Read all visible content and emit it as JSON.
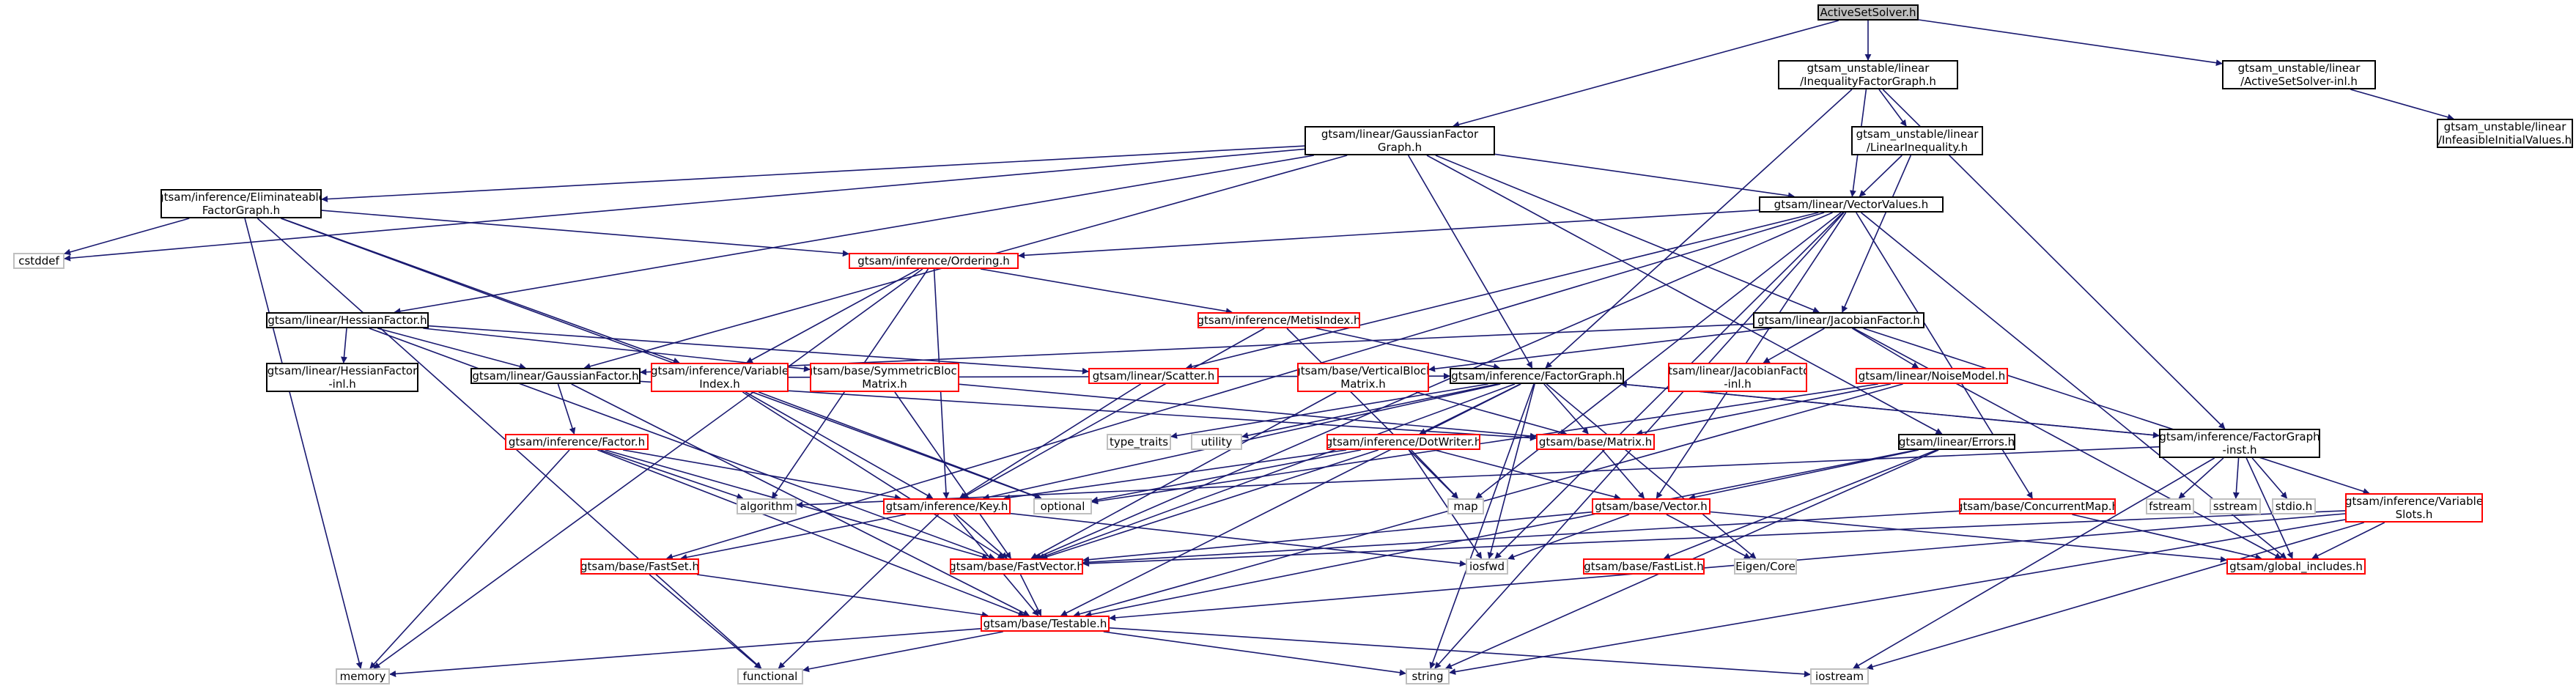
{
  "colors": {
    "edge": "#191970",
    "black_border": "#000000",
    "red_border": "#ff0000",
    "system_border": "#bfbfbf",
    "root_fill": "#bfbfbf"
  },
  "nodes": {
    "active_set_solver": {
      "label": "ActiveSetSolver.h",
      "style": "root"
    },
    "inequality_factor_graph": {
      "label": "gtsam_unstable/linear\n/InequalityFactorGraph.h",
      "style": "black"
    },
    "active_set_solver_inl": {
      "label": "gtsam_unstable/linear\n/ActiveSetSolver-inl.h",
      "style": "black"
    },
    "infeasible_initial": {
      "label": "gtsam_unstable/linear\n/InfeasibleInitialValues.h",
      "style": "black"
    },
    "gaussian_factor_graph": {
      "label": "gtsam/linear/GaussianFactor\nGraph.h",
      "style": "black"
    },
    "linear_inequality": {
      "label": "gtsam_unstable/linear\n/LinearInequality.h",
      "style": "black"
    },
    "eliminateable_fg": {
      "label": "gtsam/inference/Eliminateable\nFactorGraph.h",
      "style": "black"
    },
    "vector_values": {
      "label": "gtsam/linear/VectorValues.h",
      "style": "black"
    },
    "cstddef": {
      "label": "cstddef",
      "style": "gray"
    },
    "ordering": {
      "label": "gtsam/inference/Ordering.h",
      "style": "red"
    },
    "hessian_factor": {
      "label": "gtsam/linear/HessianFactor.h",
      "style": "black"
    },
    "metis_index": {
      "label": "gtsam/inference/MetisIndex.h",
      "style": "red"
    },
    "jacobian_factor": {
      "label": "gtsam/linear/JacobianFactor.h",
      "style": "black"
    },
    "hessian_factor_inl": {
      "label": "gtsam/linear/HessianFactor\n-inl.h",
      "style": "black"
    },
    "gaussian_factor": {
      "label": "gtsam/linear/GaussianFactor.h",
      "style": "black"
    },
    "variable_index": {
      "label": "gtsam/inference/Variable\nIndex.h",
      "style": "red"
    },
    "symmetric_block": {
      "label": "gtsam/base/SymmetricBlock\nMatrix.h",
      "style": "red"
    },
    "scatter": {
      "label": "gtsam/linear/Scatter.h",
      "style": "red"
    },
    "vertical_block": {
      "label": "gtsam/base/VerticalBlock\nMatrix.h",
      "style": "red"
    },
    "factor_graph": {
      "label": "gtsam/inference/FactorGraph.h",
      "style": "black"
    },
    "jacobian_factor_inl": {
      "label": "gtsam/linear/JacobianFactor\n-inl.h",
      "style": "red"
    },
    "noise_model": {
      "label": "gtsam/linear/NoiseModel.h",
      "style": "red"
    },
    "factor": {
      "label": "gtsam/inference/Factor.h",
      "style": "red"
    },
    "type_traits": {
      "label": "type_traits",
      "style": "gray"
    },
    "utility": {
      "label": "utility",
      "style": "gray"
    },
    "dot_writer": {
      "label": "gtsam/inference/DotWriter.h",
      "style": "red"
    },
    "matrix": {
      "label": "gtsam/base/Matrix.h",
      "style": "red"
    },
    "errors": {
      "label": "gtsam/linear/Errors.h",
      "style": "black"
    },
    "factor_graph_inst": {
      "label": "gtsam/inference/FactorGraph\n-inst.h",
      "style": "black"
    },
    "algorithm": {
      "label": "algorithm",
      "style": "gray"
    },
    "key": {
      "label": "gtsam/inference/Key.h",
      "style": "red"
    },
    "optional": {
      "label": "optional",
      "style": "gray"
    },
    "map": {
      "label": "map",
      "style": "gray"
    },
    "vector": {
      "label": "gtsam/base/Vector.h",
      "style": "red"
    },
    "concurrent_map": {
      "label": "gtsam/base/ConcurrentMap.h",
      "style": "red"
    },
    "fstream": {
      "label": "fstream",
      "style": "gray"
    },
    "sstream": {
      "label": "sstream",
      "style": "gray"
    },
    "stdio": {
      "label": "stdio.h",
      "style": "gray"
    },
    "variable_slots": {
      "label": "gtsam/inference/Variable\nSlots.h",
      "style": "red"
    },
    "fast_set": {
      "label": "gtsam/base/FastSet.h",
      "style": "red"
    },
    "fast_vector": {
      "label": "gtsam/base/FastVector.h",
      "style": "red"
    },
    "iosfwd": {
      "label": "iosfwd",
      "style": "gray"
    },
    "fast_list": {
      "label": "gtsam/base/FastList.h",
      "style": "red"
    },
    "eigen_core": {
      "label": "Eigen/Core",
      "style": "gray"
    },
    "global_includes": {
      "label": "gtsam/global_includes.h",
      "style": "red"
    },
    "testable": {
      "label": "gtsam/base/Testable.h",
      "style": "red"
    },
    "memory": {
      "label": "memory",
      "style": "gray"
    },
    "functional": {
      "label": "functional",
      "style": "gray"
    },
    "string": {
      "label": "string",
      "style": "gray"
    },
    "iostream": {
      "label": "iostream",
      "style": "gray"
    }
  },
  "edges": [
    [
      "active_set_solver",
      "inequality_factor_graph"
    ],
    [
      "active_set_solver",
      "active_set_solver_inl"
    ],
    [
      "active_set_solver",
      "gaussian_factor_graph"
    ],
    [
      "active_set_solver_inl",
      "infeasible_initial"
    ],
    [
      "inequality_factor_graph",
      "linear_inequality"
    ],
    [
      "inequality_factor_graph",
      "vector_values"
    ],
    [
      "inequality_factor_graph",
      "factor_graph"
    ],
    [
      "inequality_factor_graph",
      "factor_graph_inst"
    ],
    [
      "linear_inequality",
      "vector_values"
    ],
    [
      "linear_inequality",
      "jacobian_factor"
    ],
    [
      "gaussian_factor_graph",
      "eliminateable_fg"
    ],
    [
      "gaussian_factor_graph",
      "vector_values"
    ],
    [
      "gaussian_factor_graph",
      "cstddef"
    ],
    [
      "gaussian_factor_graph",
      "jacobian_factor"
    ],
    [
      "gaussian_factor_graph",
      "gaussian_factor"
    ],
    [
      "gaussian_factor_graph",
      "factor_graph"
    ],
    [
      "gaussian_factor_graph",
      "hessian_factor"
    ],
    [
      "gaussian_factor_graph",
      "errors"
    ],
    [
      "eliminateable_fg",
      "cstddef"
    ],
    [
      "eliminateable_fg",
      "ordering"
    ],
    [
      "eliminateable_fg",
      "variable_index"
    ],
    [
      "eliminateable_fg",
      "optional"
    ],
    [
      "eliminateable_fg",
      "memory"
    ],
    [
      "eliminateable_fg",
      "functional"
    ],
    [
      "vector_values",
      "ordering"
    ],
    [
      "vector_values",
      "scatter"
    ],
    [
      "vector_values",
      "fast_vector"
    ],
    [
      "vector_values",
      "concurrent_map"
    ],
    [
      "vector_values",
      "vector"
    ],
    [
      "vector_values",
      "map"
    ],
    [
      "vector_values",
      "iosfwd"
    ],
    [
      "vector_values",
      "global_includes"
    ],
    [
      "vector_values",
      "string"
    ],
    [
      "vector_values",
      "fast_set"
    ],
    [
      "ordering",
      "metis_index"
    ],
    [
      "ordering",
      "variable_index"
    ],
    [
      "ordering",
      "key"
    ],
    [
      "ordering",
      "algorithm"
    ],
    [
      "ordering",
      "memory"
    ],
    [
      "metis_index",
      "factor_graph"
    ],
    [
      "metis_index",
      "key"
    ],
    [
      "metis_index",
      "map"
    ],
    [
      "hessian_factor",
      "hessian_factor_inl"
    ],
    [
      "hessian_factor",
      "gaussian_factor"
    ],
    [
      "hessian_factor",
      "symmetric_block"
    ],
    [
      "hessian_factor",
      "scatter"
    ],
    [
      "hessian_factor",
      "fast_vector"
    ],
    [
      "jacobian_factor",
      "gaussian_factor"
    ],
    [
      "jacobian_factor",
      "vertical_block"
    ],
    [
      "jacobian_factor",
      "jacobian_factor_inl"
    ],
    [
      "jacobian_factor",
      "noise_model"
    ],
    [
      "jacobian_factor",
      "variable_slots"
    ],
    [
      "jacobian_factor",
      "global_includes"
    ],
    [
      "gaussian_factor",
      "factor"
    ],
    [
      "gaussian_factor",
      "matrix"
    ],
    [
      "gaussian_factor",
      "testable"
    ],
    [
      "variable_index",
      "factor_graph"
    ],
    [
      "variable_index",
      "key"
    ],
    [
      "variable_index",
      "fast_vector"
    ],
    [
      "variable_index",
      "optional"
    ],
    [
      "symmetric_block",
      "matrix"
    ],
    [
      "symmetric_block",
      "fast_vector"
    ],
    [
      "scatter",
      "key"
    ],
    [
      "vertical_block",
      "matrix"
    ],
    [
      "vertical_block",
      "fast_vector"
    ],
    [
      "factor_graph",
      "dot_writer"
    ],
    [
      "factor_graph",
      "matrix"
    ],
    [
      "factor_graph",
      "factor_graph_inst"
    ],
    [
      "factor_graph",
      "key"
    ],
    [
      "factor_graph",
      "fast_vector"
    ],
    [
      "factor_graph",
      "type_traits"
    ],
    [
      "factor_graph",
      "utility"
    ],
    [
      "factor_graph",
      "testable"
    ],
    [
      "factor_graph",
      "iosfwd"
    ],
    [
      "factor_graph",
      "eigen_core"
    ],
    [
      "factor_graph",
      "string"
    ],
    [
      "noise_model",
      "matrix"
    ],
    [
      "noise_model",
      "testable"
    ],
    [
      "noise_model",
      "optional"
    ],
    [
      "factor",
      "key"
    ],
    [
      "factor",
      "fast_vector"
    ],
    [
      "factor",
      "algorithm"
    ],
    [
      "factor",
      "memory"
    ],
    [
      "factor",
      "testable"
    ],
    [
      "dot_writer",
      "key"
    ],
    [
      "dot_writer",
      "vector"
    ],
    [
      "dot_writer",
      "fast_vector"
    ],
    [
      "dot_writer",
      "map"
    ],
    [
      "dot_writer",
      "iosfwd"
    ],
    [
      "dot_writer",
      "optional"
    ],
    [
      "matrix",
      "vector"
    ],
    [
      "errors",
      "fast_list"
    ],
    [
      "errors",
      "vector"
    ],
    [
      "errors",
      "testable"
    ],
    [
      "errors",
      "string"
    ],
    [
      "factor_graph_inst",
      "factor_graph"
    ],
    [
      "factor_graph_inst",
      "fstream"
    ],
    [
      "factor_graph_inst",
      "sstream"
    ],
    [
      "factor_graph_inst",
      "stdio"
    ],
    [
      "factor_graph_inst",
      "iostream"
    ],
    [
      "factor_graph_inst",
      "algorithm"
    ],
    [
      "factor_graph_inst",
      "global_includes"
    ],
    [
      "key",
      "fast_set"
    ],
    [
      "key",
      "fast_vector"
    ],
    [
      "key",
      "testable"
    ],
    [
      "key",
      "iosfwd"
    ],
    [
      "key",
      "functional"
    ],
    [
      "vector",
      "fast_vector"
    ],
    [
      "vector",
      "iosfwd"
    ],
    [
      "vector",
      "eigen_core"
    ],
    [
      "vector",
      "global_includes"
    ],
    [
      "concurrent_map",
      "fast_vector"
    ],
    [
      "concurrent_map",
      "global_includes"
    ],
    [
      "variable_slots",
      "fast_vector"
    ],
    [
      "variable_slots",
      "global_includes"
    ],
    [
      "variable_slots",
      "string"
    ],
    [
      "variable_slots",
      "iostream"
    ],
    [
      "variable_slots",
      "testable"
    ],
    [
      "fast_set",
      "testable"
    ],
    [
      "fast_set",
      "functional"
    ],
    [
      "fast_vector",
      "testable"
    ],
    [
      "testable",
      "memory"
    ],
    [
      "testable",
      "functional"
    ],
    [
      "testable",
      "string"
    ],
    [
      "testable",
      "iostream"
    ]
  ]
}
